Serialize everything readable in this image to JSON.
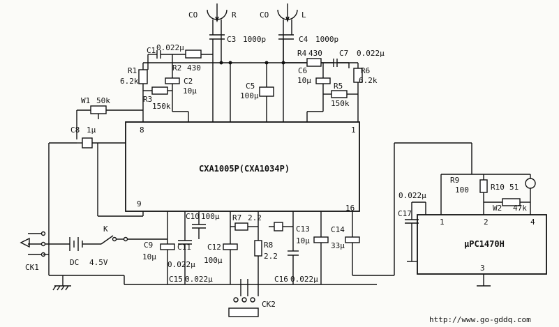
{
  "ic1": {
    "name": "CXA1005P(CXA1034P)",
    "pin8": "8",
    "pin1": "1",
    "pin9": "9",
    "pin16": "16"
  },
  "ic2": {
    "name": "μPC1470H",
    "pin1": "1",
    "pin2": "2",
    "pin3": "3",
    "pin4": "4"
  },
  "heads": {
    "left_co": "CO",
    "left_ch": "R",
    "right_co": "CO",
    "right_ch": "L"
  },
  "components": {
    "c3": "C3",
    "c3v": "1000p",
    "c4": "C4",
    "c4v": "1000p",
    "c1": "C1",
    "c1v": "0.022μ",
    "c7": "C7",
    "c7v": "0.022μ",
    "r2": "R2",
    "r2v": "430",
    "r4": "R4",
    "r4v": "430",
    "r1": "R1",
    "r1v": "6.2k",
    "r6": "R6",
    "r6v": "6.2k",
    "c2": "C2",
    "c2v": "10μ",
    "c6": "C6",
    "c6v": "10μ",
    "r3": "R3",
    "r3v": "150k",
    "r5": "R5",
    "r5v": "150k",
    "c5": "C5",
    "c5v": "100μ",
    "w1": "W1",
    "w1v": "50k",
    "c8": "C8",
    "c8v": "1μ",
    "c10": "C10",
    "c10v": "100μ",
    "r7": "R7",
    "r7v": "2.2",
    "c13": "C13",
    "c13v": "10μ",
    "c14": "C14",
    "c14v": "33μ",
    "c9": "C9",
    "c9v": "10μ",
    "c11": "C11",
    "c11v": "0.022μ",
    "c12": "C12",
    "c12v": "100μ",
    "r8": "R8",
    "r8v": "2.2",
    "c15": "C15",
    "c15v": "0.022μ",
    "c16": "C16",
    "c16v": "0.022μ",
    "r9": "R9",
    "r9v": "100",
    "r10": "R10",
    "r10v": "51",
    "w2": "W2",
    "w2v": "47k",
    "c17": "C17",
    "c17v": "0.022μ",
    "k": "K",
    "dc": "DC",
    "dcv": "4.5V",
    "ck1": "CK1",
    "ck2": "CK2"
  },
  "footer": {
    "url": "http://www.go-gddq.com"
  }
}
